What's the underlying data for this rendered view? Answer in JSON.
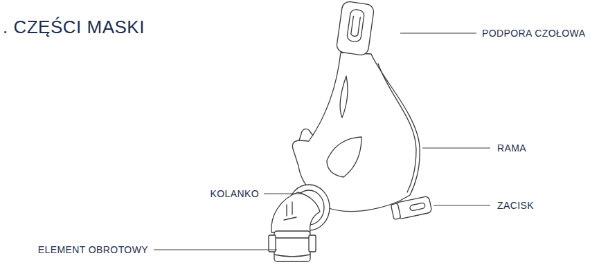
{
  "diagram": {
    "title": ". CZĘŚCI MASKI",
    "labels": [
      "PODPORA CZOŁOWA",
      "RAMA",
      "KOLANKO",
      "ZACISK",
      "ELEMENT OBROTOWY"
    ]
  }
}
